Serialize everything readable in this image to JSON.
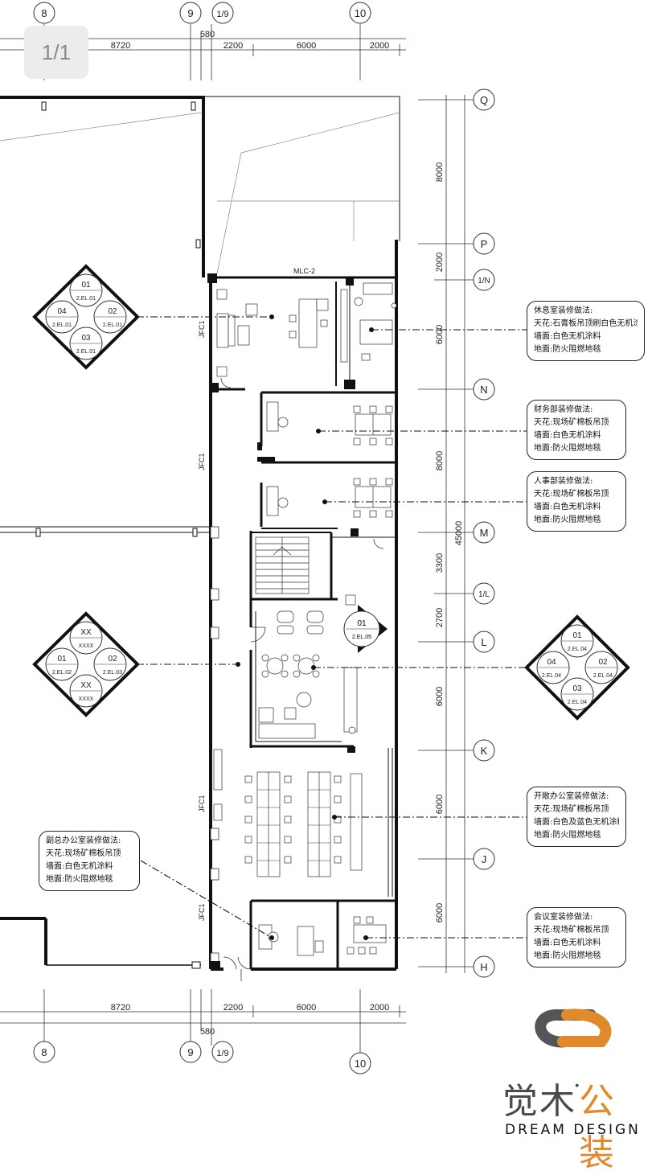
{
  "page_indicator": "1/1",
  "top_axes": [
    "8",
    "9",
    "1/9",
    "10"
  ],
  "bottom_axes": [
    "8",
    "9",
    "1/9",
    "10"
  ],
  "top_dims": [
    "8720",
    "580",
    "2200",
    "6000",
    "2000"
  ],
  "bottom_dims": [
    "8720",
    "580",
    "2200",
    "6000",
    "2000"
  ],
  "right_axes": [
    "Q",
    "P",
    "1/N",
    "N",
    "M",
    "1/L",
    "L",
    "K",
    "J",
    "H"
  ],
  "right_dims": [
    "8000",
    "2000",
    "6000",
    "8000",
    "3300",
    "2700",
    "6000",
    "6000",
    "6000"
  ],
  "total_dim": "45000",
  "wall_labels": [
    "JFC1",
    "JFC1",
    "JFC1",
    "JFC1"
  ],
  "door_label": "MLC-2",
  "diamonds": {
    "left_top": {
      "n": "01",
      "s": "03",
      "w": "04",
      "e": "02",
      "n_ref": "2.EL.01",
      "s_ref": "2.EL.01",
      "w_ref": "2.EL.01",
      "e_ref": "2.EL.01"
    },
    "left_mid": {
      "n": "XX",
      "s": "XX",
      "w": "01",
      "e": "02",
      "n_ref": "XXXX",
      "s_ref": "XXXX",
      "w_ref": "2.EL.02",
      "e_ref": "2.EL.03"
    },
    "right_mid": {
      "n": "01",
      "s": "03",
      "w": "04",
      "e": "02",
      "n_ref": "2.EL.04",
      "s_ref": "2.EL.04",
      "w_ref": "2.EL.04",
      "e_ref": "2.EL.04"
    },
    "small": {
      "n": "01",
      "n_ref": "2.EL.05"
    }
  },
  "notes": {
    "lounge": [
      "休息室装修做法:",
      "天花:石膏板吊顶刷白色无机涂料",
      "墙面:白色无机涂料",
      "地面:防火阻燃地毯"
    ],
    "finance": [
      "财务部装修做法:",
      "天花:现场矿棉板吊顶",
      "墙面:白色无机涂料",
      "地面:防火阻燃地毯"
    ],
    "hr": [
      "人事部装修做法:",
      "天花:现场矿棉板吊顶",
      "墙面:白色无机涂料",
      "地面:防火阻燃地毯"
    ],
    "open_office": [
      "开敞办公室装修做法:",
      "天花:现场矿棉板吊顶",
      "墙面:白色及蓝色无机涂料",
      "地面:防火阻燃地毯"
    ],
    "meeting": [
      "会议室装修做法:",
      "天花:现场矿棉板吊顶",
      "墙面:白色无机涂料",
      "地面:防火阻燃地毯"
    ],
    "deputy": [
      "副总办公室装修做法:",
      "天花:现场矿棉板吊顶",
      "墙面:白色无机涂料",
      "地面:防火阻燃地毯"
    ]
  },
  "logo": {
    "cn_left": "觉木",
    "dot": "·",
    "cn_right": "公装",
    "en": "DREAM DESIGN",
    "accent": "#e08a2c",
    "dark": "#4a4a4a"
  }
}
